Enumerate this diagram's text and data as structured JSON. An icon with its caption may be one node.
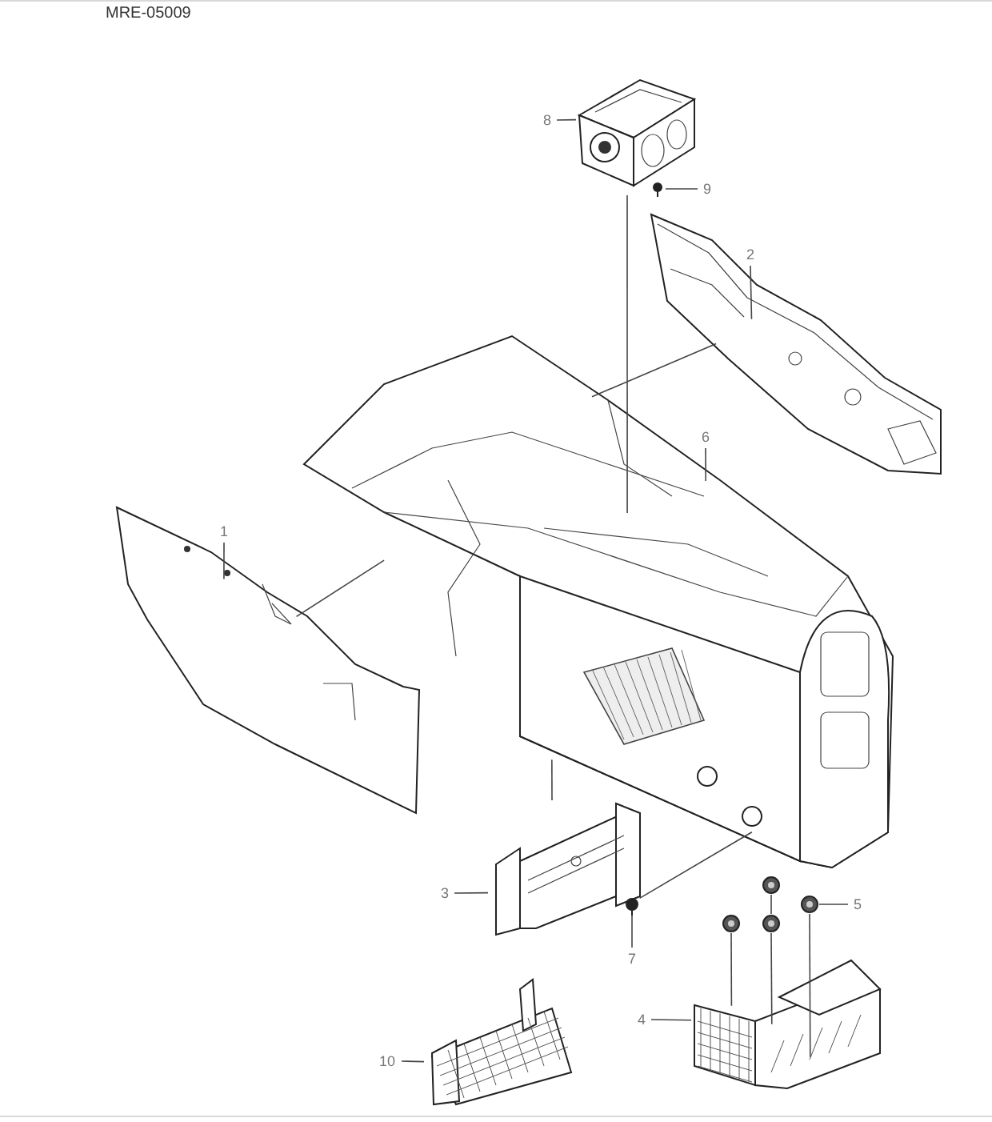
{
  "diagram": {
    "nodes": [
      {
        "text": [
          "8"
        ]
      },
      {
        "text": [],
        "shape": "picture"
      },
      {
        "text": [
          "9"
        ]
      },
      {
        "text": [],
        "shape": "picture"
      },
      {
        "text": [
          "2"
        ]
      },
      {
        "text": [],
        "shape": "picture"
      },
      {
        "text": [
          "6"
        ]
      },
      {
        "text": [],
        "shape": "picture"
      },
      {
        "text": [
          "1"
        ]
      },
      {
        "text": [],
        "shape": "picture"
      },
      {
        "text": [
          "3"
        ]
      },
      {
        "text": [],
        "shape": "picture"
      },
      {
        "text": [
          "7"
        ]
      },
      {
        "text": [],
        "shape": "picture"
      },
      {
        "text": [
          "5"
        ]
      },
      {
        "text": [],
        "shape": "picture"
      },
      {
        "text": [],
        "shape": "picture"
      },
      {
        "text": [],
        "shape": "picture"
      },
      {
        "text": [],
        "shape": "picture"
      },
      {
        "text": [
          "4"
        ]
      },
      {
        "text": [],
        "shape": "picture"
      },
      {
        "text": [
          "10"
        ]
      },
      {
        "text": [],
        "shape": "picture"
      }
    ],
    "edges": [
      {
        "from": 0,
        "to": 1,
        "arrow": "none"
      },
      {
        "from": 2,
        "to": 3,
        "arrow": "none"
      },
      {
        "from": 4,
        "to": 5,
        "arrow": "none"
      },
      {
        "from": 6,
        "to": 7,
        "arrow": "none"
      },
      {
        "from": 8,
        "to": 9,
        "arrow": "none"
      },
      {
        "from": 10,
        "to": 11,
        "arrow": "none"
      },
      {
        "from": 12,
        "to": 13,
        "arrow": "none"
      },
      {
        "from": 14,
        "to": 18,
        "arrow": "none"
      },
      {
        "from": 19,
        "to": 20,
        "arrow": "none"
      },
      {
        "from": 21,
        "to": 22,
        "arrow": "none"
      },
      {
        "from": 1,
        "to": 7,
        "arrow": "none"
      },
      {
        "from": 5,
        "to": 7,
        "arrow": "none"
      },
      {
        "from": 9,
        "to": 7,
        "arrow": "none"
      },
      {
        "from": 11,
        "to": 7,
        "arrow": "none"
      },
      {
        "from": 13,
        "to": 7,
        "arrow": "none"
      },
      {
        "from": 15,
        "to": 20,
        "arrow": "none"
      },
      {
        "from": 16,
        "to": 17,
        "arrow": "none"
      },
      {
        "from": 17,
        "to": 20,
        "arrow": "none"
      },
      {
        "from": 18,
        "to": 20,
        "arrow": "none"
      }
    ],
    "labels": [
      "MRE-05009"
    ]
  }
}
